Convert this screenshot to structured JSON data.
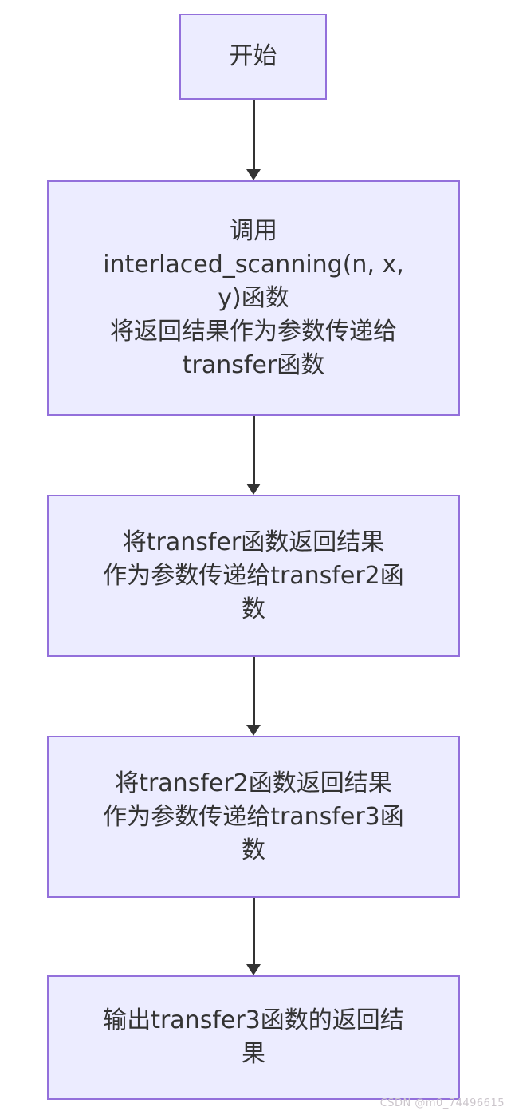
{
  "diagram": {
    "type": "flowchart",
    "direction": "top-down",
    "nodes": [
      {
        "id": "start",
        "label": "开始"
      },
      {
        "id": "call-interlaced-scanning",
        "label": "调用\ninterlaced_scanning(n, x,\ny)函数\n将返回结果作为参数传递给\ntransfer函数"
      },
      {
        "id": "pass-to-transfer2",
        "label": "将transfer函数返回结果\n作为参数传递给transfer2函\n数"
      },
      {
        "id": "pass-to-transfer3",
        "label": "将transfer2函数返回结果\n作为参数传递给transfer3函\n数"
      },
      {
        "id": "output-result",
        "label": "输出transfer3函数的返回结\n果"
      }
    ],
    "edges": [
      {
        "from": "start",
        "to": "call-interlaced-scanning"
      },
      {
        "from": "call-interlaced-scanning",
        "to": "pass-to-transfer2"
      },
      {
        "from": "pass-to-transfer2",
        "to": "pass-to-transfer3"
      },
      {
        "from": "pass-to-transfer3",
        "to": "output-result"
      }
    ],
    "colors": {
      "node_fill": "#ECECFF",
      "node_border": "#9370DB",
      "arrow": "#333333",
      "text": "#333333",
      "background": "#FFFFFF",
      "watermark_text": "#CBC5CB"
    }
  },
  "watermark": {
    "text": "CSDN @m0_74496615"
  }
}
